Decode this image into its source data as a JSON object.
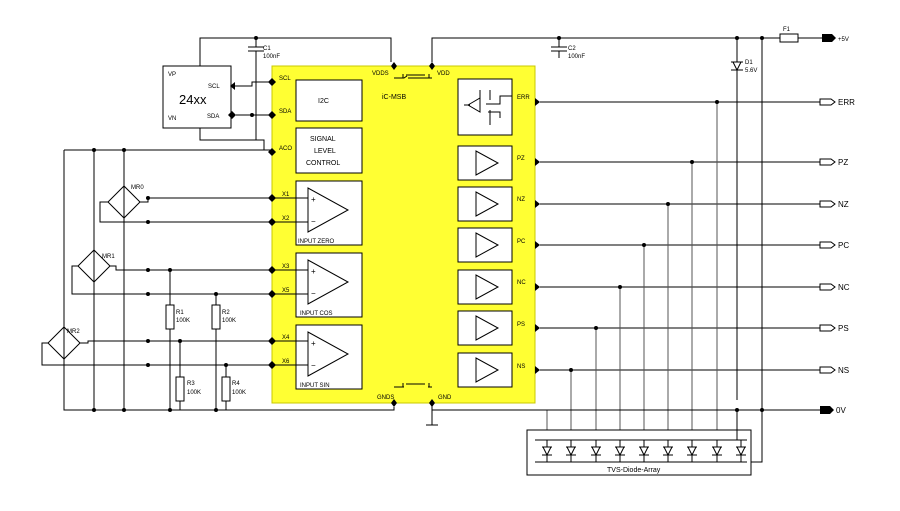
{
  "chip": {
    "name": "iC-MSB",
    "pins": {
      "scl": "SCL",
      "sda": "SDA",
      "aco": "ACO",
      "x1": "X1",
      "x2": "X2",
      "x3": "X3",
      "x5": "X5",
      "x4": "X4",
      "x6": "X6",
      "vdds": "VDDS",
      "vdd": "VDD",
      "gnds": "GNDS",
      "gnd": "GND",
      "err": "ERR",
      "pz": "PZ",
      "nz": "NZ",
      "pc": "PC",
      "nc": "NC",
      "ps": "PS",
      "ns": "NS"
    },
    "blocks": {
      "i2c": "I2C",
      "slc_1": "SIGNAL",
      "slc_2": "LEVEL",
      "slc_3": "CONTROL",
      "input_zero": "INPUT ZERO",
      "input_cos": "INPUT COS",
      "input_sin": "INPUT SIN"
    },
    "fill_color": "#ffff33"
  },
  "eeprom": {
    "name": "24xx",
    "vp": "VP",
    "vn": "VN",
    "scl": "SCL",
    "sda": "SDA"
  },
  "components": {
    "c1_name": "C1",
    "c1_value": "100nF",
    "c2_name": "C2",
    "c2_value": "100nF",
    "d1_name": "D1",
    "d1_value": "5.6V",
    "f1_name": "F1",
    "r1_name": "R1",
    "r1_value": "100K",
    "r2_name": "R2",
    "r2_value": "100K",
    "r3_name": "R3",
    "r3_value": "100K",
    "r4_name": "R4",
    "r4_value": "100K",
    "mr0": "MR0",
    "mr1": "MR1",
    "mr2": "MR2",
    "tvs_array": "TVS-Diode-Array"
  },
  "connectors": {
    "plus5v": "+5V",
    "zero_v": "0V",
    "err": "ERR",
    "pz": "PZ",
    "nz": "NZ",
    "pc": "PC",
    "nc": "NC",
    "ps": "PS",
    "ns": "NS"
  },
  "icons": {
    "opamp": "opamp-icon",
    "driver": "driver-triangle-icon",
    "diode": "diode-icon",
    "bridge": "bridge-icon"
  }
}
